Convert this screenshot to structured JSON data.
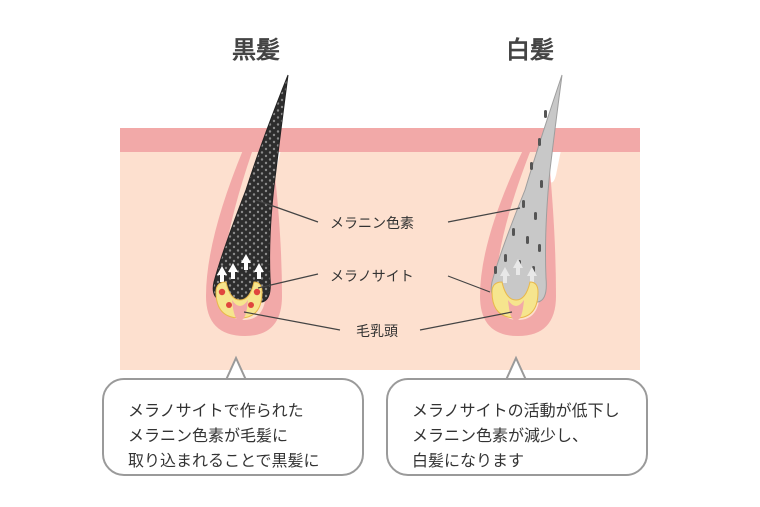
{
  "titles": {
    "black_hair": "黒髪",
    "white_hair": "白髪"
  },
  "labels": {
    "melanin": "メラニン色素",
    "melanocyte": "メラノサイト",
    "papilla": "毛乳頭"
  },
  "bubbles": {
    "left": [
      "メラノサイトで作られた",
      "メラニン色素が毛髪に",
      "取り込まれることで黒髪に"
    ],
    "right": [
      "メラノサイトの活動が低下し",
      "メラニン色素が減少し、",
      "白髪になります"
    ]
  },
  "colors": {
    "skin_surface": "#f2a9a8",
    "dermis": "#fde0cf",
    "black_hair": "#2b2b2b",
    "gray_hair": "#bdbdbd",
    "melanocyte_yellow": "#f6e58e",
    "melanin_dot": "#e0463e",
    "bubble_border": "#9a9a9a"
  }
}
